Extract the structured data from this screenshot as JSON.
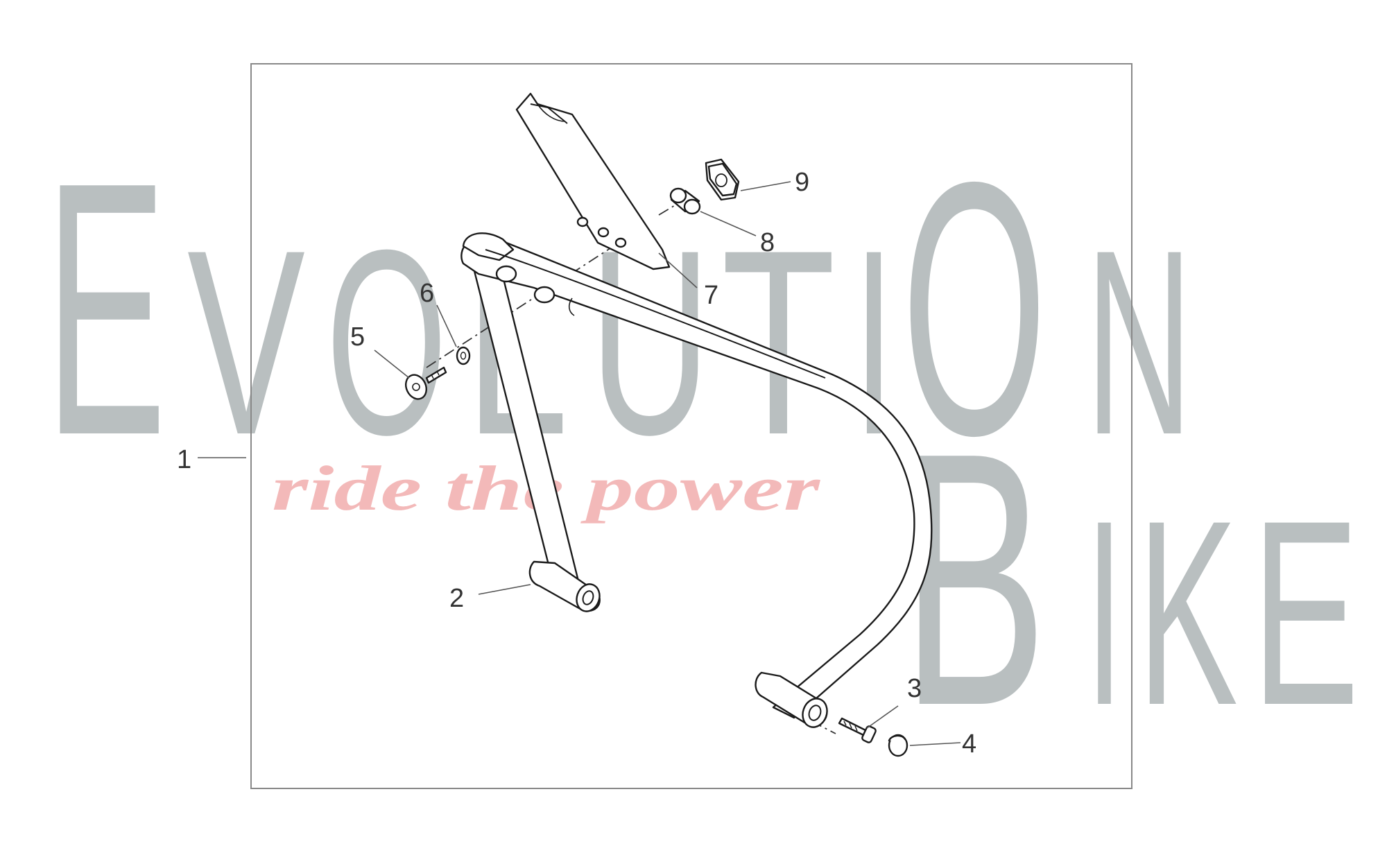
{
  "watermark": {
    "letters_top": [
      "E",
      "V",
      "O",
      "L",
      "U",
      "T",
      "I",
      "O",
      "N"
    ],
    "letters_bottom": [
      "B",
      "I",
      "K",
      "E"
    ],
    "tagline": "ride the power",
    "color": "#b9bfc0",
    "tagline_color": "#f3b9b9"
  },
  "diagram": {
    "frame_color": "#888888",
    "callouts": [
      "1",
      "2",
      "3",
      "4",
      "5",
      "6",
      "7",
      "8",
      "9"
    ]
  }
}
